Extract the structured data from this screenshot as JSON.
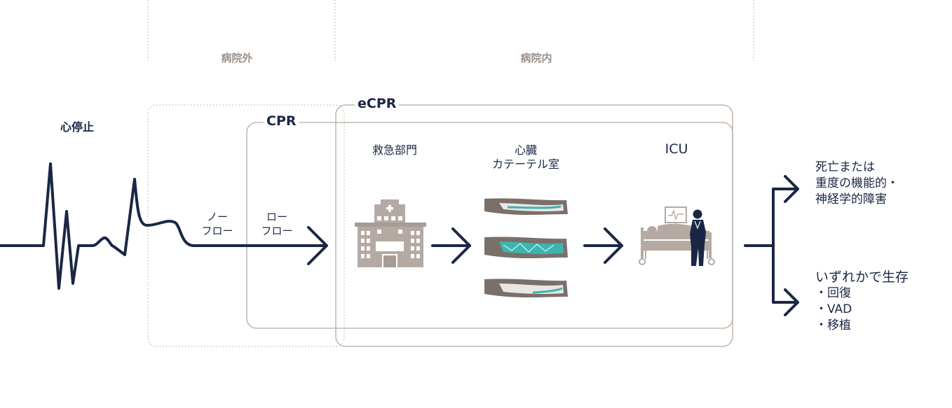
{
  "zones": {
    "prehospital": "病院外",
    "inhospital": "病院内"
  },
  "cardiac_arrest": "心停止",
  "boxes": {
    "cpr": "CPR",
    "ecpr": "eCPR"
  },
  "flow": {
    "no_flow": [
      "ノー",
      "フロー"
    ],
    "low_flow": [
      "ロー",
      "フロー"
    ]
  },
  "stages": {
    "emergency": "救急部門",
    "cath_lab": [
      "心臓",
      "カテーテル室"
    ],
    "icu": "ICU"
  },
  "outcomes": {
    "death": [
      "死亡または",
      "重度の機能的・",
      "神経学的障害"
    ],
    "survival_title": "いずれかで生存",
    "survival_items": [
      "・回復",
      "・VAD",
      "・移植"
    ]
  },
  "colors": {
    "navy": "#1a2744",
    "taupe": "#b5aaa3",
    "teal": "#3bb5b0",
    "dark_taupe": "#7a6f69"
  },
  "icons": [
    "ecg-waveform-icon",
    "hospital-icon",
    "catheter-vessel-icon",
    "icu-bed-doctor-icon",
    "arrow-icon"
  ]
}
